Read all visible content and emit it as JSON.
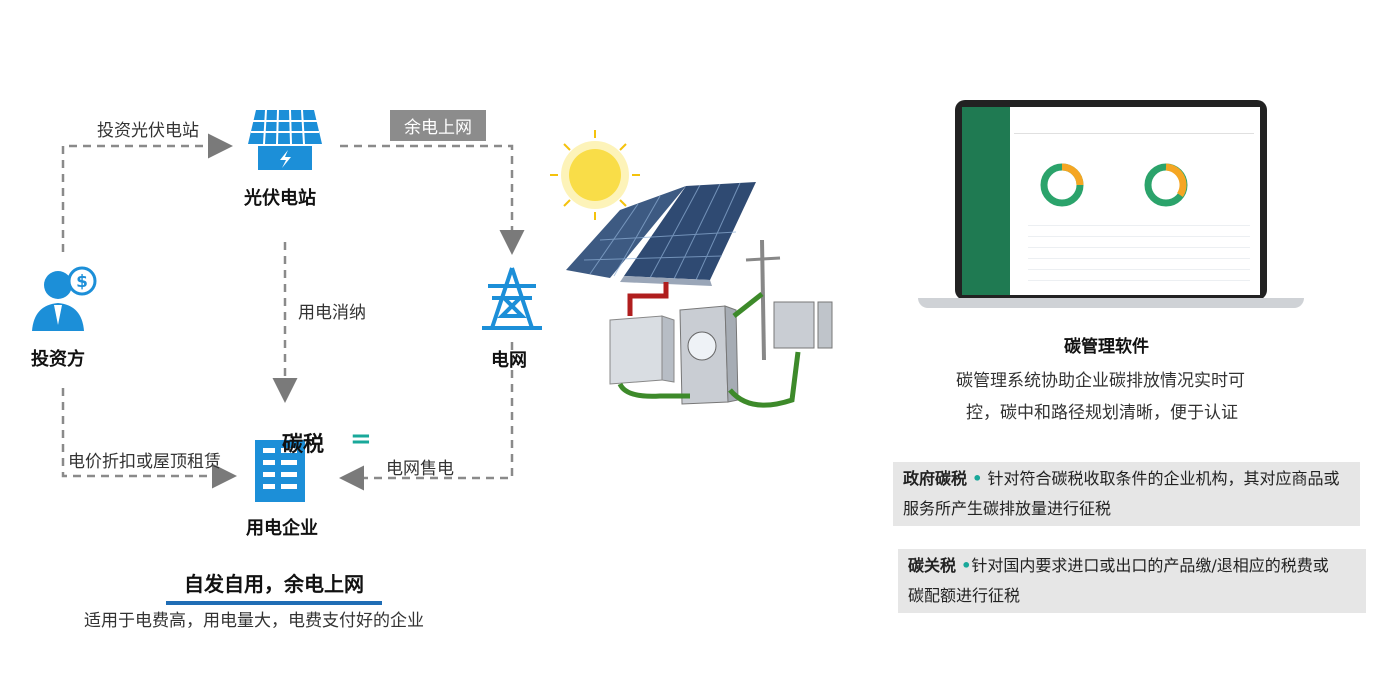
{
  "diagram": {
    "nodes": {
      "investor": "投资方",
      "pv_station": "光伏电站",
      "grid": "电网",
      "enterprise": "用电企业"
    },
    "edges": {
      "invest_pv": "投资光伏电站",
      "surplus_grid": "余电上网",
      "consumption": "用电消纳",
      "discount_rent": "电价折扣或屋顶租赁",
      "grid_sale": "电网售电"
    },
    "carbon_tax_label": "碳税",
    "equals_sign": "=",
    "title": "自发自用，余电上网",
    "subtitle": "适用于电费高，用电量大，电费支付好的企业"
  },
  "software": {
    "title": "碳管理软件",
    "desc_line1": "碳管理系统协助企业碳排放情况实时可",
    "desc_line2": "控，碳中和路径规划清晰，便于认证"
  },
  "taxes": [
    {
      "name": "政府碳税",
      "bullet": "•",
      "text_line1": "针对符合碳税收取条件的企业机构，其对应商品或",
      "text_line2": "服务所产生碳排放量进行征税"
    },
    {
      "name": "碳关税",
      "bullet": "•",
      "text_line1": "针对国内要求进口或出口的产品缴/退相应的税费或",
      "text_line2": "碳配额进行征税"
    }
  ],
  "colors": {
    "icon_blue": "#1c8fd8",
    "accent_green": "#19a89a",
    "title_underline": "#1f6db5"
  }
}
